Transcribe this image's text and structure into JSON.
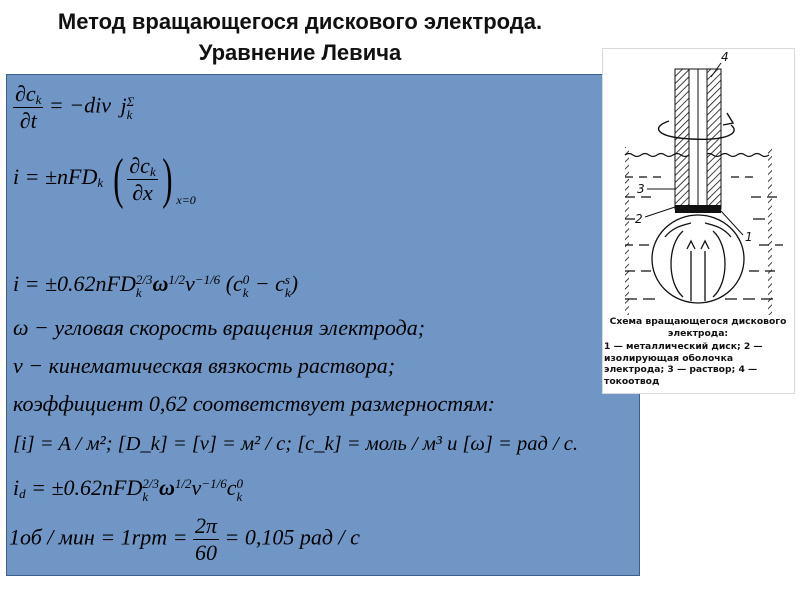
{
  "slide": {
    "title_line1": "Метод вращающегося дискового электрода.",
    "title_line2": "Уравнение Левича",
    "panel_bg": "#7096c6",
    "lines": {
      "l1_partial": "∂",
      "l1_ck": "c",
      "l1_k": "k",
      "l1_dt": "∂t",
      "l1_rhs": "= −div",
      "l1_j": "j",
      "l1_sigma": "Σ",
      "l1_jk": "k",
      "l2_lhs": "i = ±nFD",
      "l2_k": "k",
      "l2_num": "∂c",
      "l2_numk": "k",
      "l2_den": "∂x",
      "l2_sub": "x=0",
      "l3_a": "i = ±0.62nFD",
      "l3_k": "k",
      "l3_exp1": "2/3",
      "l3_omega": "ω",
      "l3_exp2": "1/2",
      "l3_nu": "ν",
      "l3_exp3": "−1/6",
      "l3_paren": "(c",
      "l3_c0k": "k",
      "l3_c0": "0",
      "l3_minus": " − c",
      "l3_csk": "k",
      "l3_cs": "s",
      "l3_close": ")",
      "l4": "ω − угловая скорость вращения электрода;",
      "l5": "ν − кинематическая вязкость раствора;",
      "l6": "коэффициент 0,62 соответствует размерностям:",
      "l7": "[i] = A / м²; [D_k] = [ν] = м² / с; [c_k] = моль / м³ и [ω] = рад / с.",
      "l8_a": "i",
      "l8_d": "d",
      "l8_b": " = ±0.62nFD",
      "l8_k": "k",
      "l8_exp1": "2/3",
      "l8_omega": "ω",
      "l8_exp2": "1/2",
      "l8_nu": "ν",
      "l8_exp3": "−1/6",
      "l8_c": "c",
      "l8_ck": "k",
      "l8_c0": "0",
      "l9_lhs": "1об / мин = 1rpm =",
      "l9_num": "2π",
      "l9_den": "60",
      "l9_rhs": "= 0,105 рад / с"
    }
  },
  "figure": {
    "labels": [
      "4",
      "3",
      "2",
      "1"
    ],
    "caption_title": "Схема вращающегося дискового электрода:",
    "caption_body": "1 — металлический диск; 2 — изолирующая оболочка электрода; 3 — раствор; 4 — токоотвод"
  }
}
